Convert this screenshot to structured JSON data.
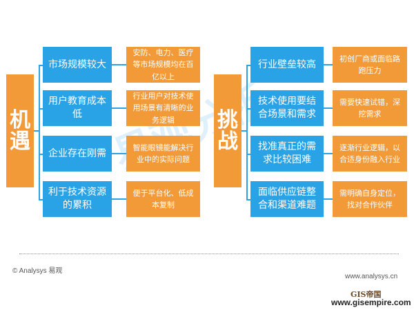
{
  "left": {
    "label": [
      "机",
      "遇"
    ],
    "items": [
      {
        "title": "市场规模较大",
        "desc": "安防、电力、医疗等市场规模均在百亿以上"
      },
      {
        "title": "用户教育成本低",
        "desc": "行业用户对技术使用场景有清晰的业务逻辑"
      },
      {
        "title": "企业存在刚需",
        "desc": "智能眼镜能解决行业中的实际问题"
      },
      {
        "title": "利于技术资源的累积",
        "desc": "便于平台化、低成本复制"
      }
    ]
  },
  "right": {
    "label": [
      "挑",
      "战"
    ],
    "items": [
      {
        "title": "行业壁垒较高",
        "desc": "初创厂商或面临路跑压力"
      },
      {
        "title": "技术使用要结合场景和需求",
        "desc": "需要快速试错，深挖需求"
      },
      {
        "title": "找准真正的需求比较困难",
        "desc": "逐渐行业逻辑，以合适身份融入行业"
      },
      {
        "title": "面临供应链整合和渠道难题",
        "desc": "需明确自身定位，找对合作伙伴"
      }
    ]
  },
  "watermark": "易观分析",
  "footer": {
    "copyright": "© Analysys 易观",
    "url": "www.analysys.cn",
    "gis_logo": "GIS帝国",
    "gis_url": "www.gisempire.com"
  },
  "colors": {
    "blue": "#2aa3e6",
    "orange": "#f29a38"
  }
}
